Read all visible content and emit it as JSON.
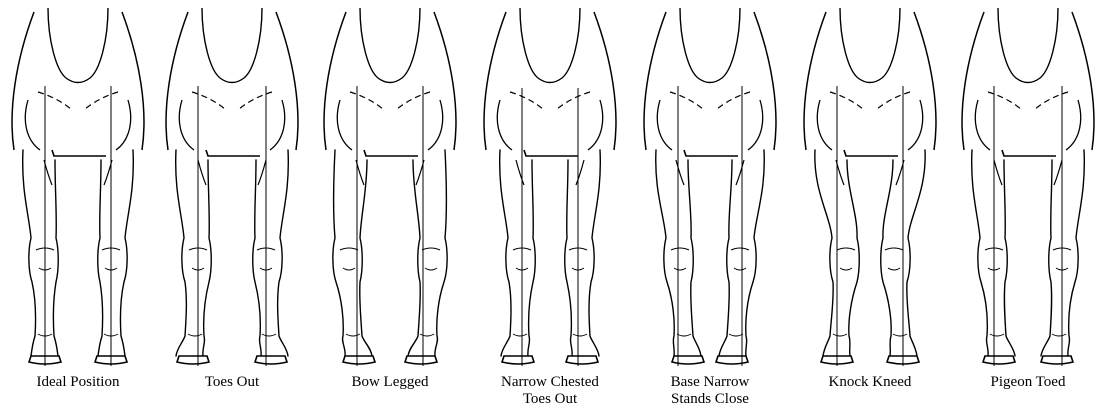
{
  "figures": [
    {
      "key": "ideal",
      "caption": [
        "Ideal Position"
      ]
    },
    {
      "key": "toes-out",
      "caption": [
        "Toes Out"
      ]
    },
    {
      "key": "bow-legged",
      "caption": [
        "Bow Legged"
      ]
    },
    {
      "key": "narrow-chested",
      "caption": [
        "Narrow Chested",
        "Toes Out"
      ]
    },
    {
      "key": "base-narrow",
      "caption": [
        "Base Narrow",
        "Stands Close"
      ]
    },
    {
      "key": "knock-kneed",
      "caption": [
        "Knock Kneed"
      ]
    },
    {
      "key": "pigeon-toed",
      "caption": [
        "Pigeon Toed"
      ]
    }
  ],
  "colors": {
    "ink": "#000000",
    "paper": "#ffffff"
  }
}
